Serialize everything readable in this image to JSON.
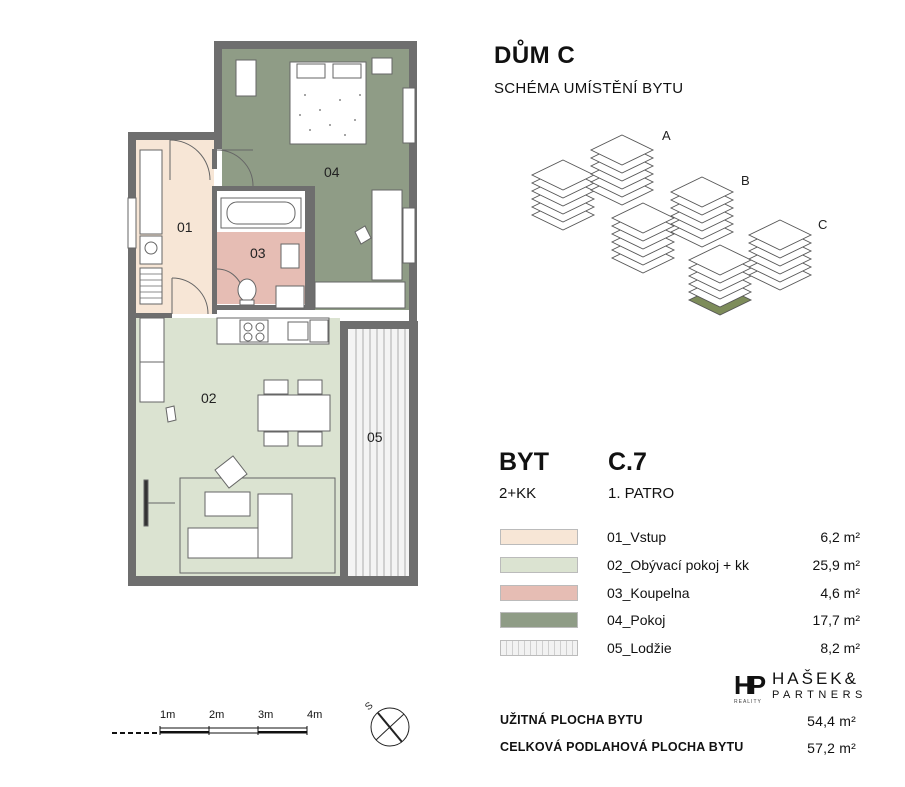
{
  "header": {
    "house": "DŮM C",
    "subtitle": "SCHÉMA UMÍSTĚNÍ BYTU"
  },
  "buildings": [
    "A",
    "B",
    "C"
  ],
  "apartment": {
    "label": "BYT",
    "code": "C.7",
    "type": "2+KK",
    "floor": "1. PATRO"
  },
  "rooms": [
    {
      "name": "01_Vstup",
      "area": "6,2 m²",
      "color": "#f7e6d6",
      "plan_label": "01"
    },
    {
      "name": "02_Obývací pokoj + kk",
      "area": "25,9 m²",
      "color": "#dbe3d1",
      "plan_label": "02"
    },
    {
      "name": "03_Koupelna",
      "area": "4,6 m²",
      "color": "#e6bdb4",
      "plan_label": "03"
    },
    {
      "name": "04_Pokoj",
      "area": "17,7 m²",
      "color": "#8f9c86",
      "plan_label": "04"
    },
    {
      "name": "05_Lodžie",
      "area": "8,2 m²",
      "color": "#f2f2f2",
      "plan_label": "05"
    }
  ],
  "totals": {
    "usable_label": "UŽITNÁ PLOCHA BYTU",
    "usable_value": "54,4 m²",
    "total_label": "CELKOVÁ PODLAHOVÁ PLOCHA BYTU",
    "total_value": "57,2 m²"
  },
  "logo": {
    "monogram": "HP",
    "line1": "HAŠEK&",
    "line2": "PARTNERS",
    "tag": "REALITY"
  },
  "scale": {
    "labels": [
      "1m",
      "2m",
      "3m",
      "4m"
    ]
  },
  "compass": {
    "label": "S"
  },
  "colors": {
    "wall": "#6f6f6f",
    "highlight": "#7d8c5a"
  }
}
